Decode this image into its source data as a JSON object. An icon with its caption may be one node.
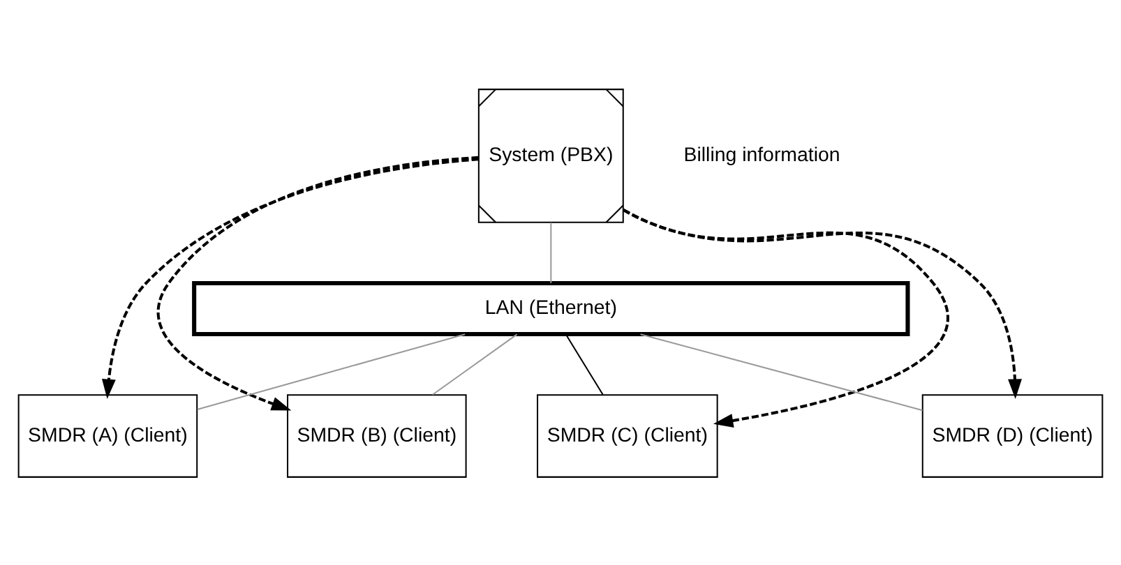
{
  "diagram": {
    "nodes": [
      {
        "text": [
          "System (PBX)"
        ]
      },
      {
        "text": [
          "LAN (Ethernet)"
        ]
      },
      {
        "text": [
          "SMDR (A) (Client)"
        ]
      },
      {
        "text": [
          "SMDR (B) (Client)"
        ]
      },
      {
        "text": [
          "SMDR (C) (Client)"
        ]
      },
      {
        "text": [
          "SMDR (D) (Client)"
        ]
      }
    ],
    "edges": [
      {
        "from": 0,
        "to": 1,
        "arrow": "none",
        "color": "#999999"
      },
      {
        "from": 1,
        "to": 2,
        "arrow": "none",
        "color": "#999999"
      },
      {
        "from": 1,
        "to": 3,
        "arrow": "none",
        "color": "#999999"
      },
      {
        "from": 1,
        "to": 4,
        "arrow": "none"
      },
      {
        "from": 1,
        "to": 5,
        "arrow": "none",
        "color": "#999999"
      },
      {
        "from": 0,
        "to": 2,
        "arrow": "to",
        "style": "dashed"
      },
      {
        "from": 0,
        "to": 3,
        "arrow": "to",
        "style": "dashed"
      },
      {
        "from": 0,
        "to": 4,
        "arrow": "to",
        "style": "dashed"
      },
      {
        "from": 0,
        "to": 5,
        "arrow": "to",
        "style": "dashed"
      }
    ],
    "labels": [
      "Billing information"
    ]
  }
}
